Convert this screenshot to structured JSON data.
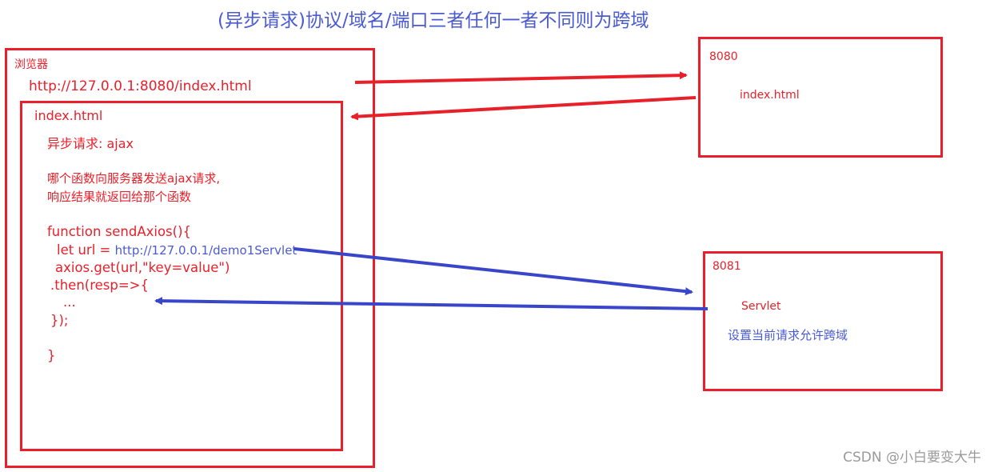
{
  "title": "(异步请求)协议/域名/端口三者任何一者不同则为跨域",
  "browser": {
    "label": "浏览器",
    "url": "http://127.0.0.1:8080/index.html",
    "page": {
      "name": "index.html",
      "async_label": "异步请求: ajax",
      "desc_line1": "哪个函数向服务器发送ajax请求,",
      "desc_line2": "响应结果就返回给那个函数",
      "code": {
        "line1": "function sendAxios(){",
        "line2_prefix": "let url = ",
        "line2_url": "http://127.0.0.1/demo1Servlet",
        "line3": "axios.get(url,\"key=value\")",
        "line4": ".then(resp=>{",
        "line5": "...",
        "line6": "});",
        "line7": "}"
      }
    }
  },
  "server_8080": {
    "port": "8080",
    "file": "index.html"
  },
  "server_8081": {
    "port": "8081",
    "servlet": "Servlet",
    "note": "设置当前请求允许跨域"
  },
  "colors": {
    "red": "#e8202a",
    "blue": "#4a5bd1",
    "arrow_blue": "#3a46c9"
  },
  "watermark": "CSDN @小白要变大牛"
}
